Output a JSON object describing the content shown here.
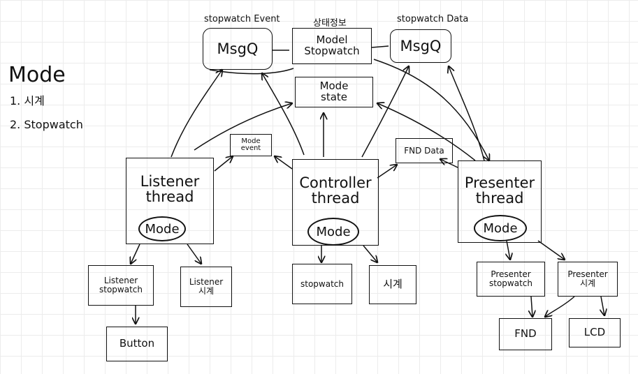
{
  "legend": {
    "title": "Mode",
    "items": [
      "1. 시계",
      "2. Stopwatch"
    ]
  },
  "top_labels": {
    "left": "stopwatch Event",
    "center": "상태정보",
    "right": "stopwatch Data"
  },
  "queues": {
    "left": "MsgQ",
    "right": "MsgQ"
  },
  "model": {
    "line1": "Model",
    "line2": "Stopwatch"
  },
  "mode_state": {
    "line1": "Mode",
    "line2": "state"
  },
  "mode_event": {
    "line1": "Mode",
    "line2": "event"
  },
  "fnd_data": "FND Data",
  "threads": {
    "listener": {
      "line1": "Listener",
      "line2": "thread",
      "mode": "Mode"
    },
    "controller": {
      "line1": "Controller",
      "line2": "thread",
      "mode": "Mode"
    },
    "presenter": {
      "line1": "Presenter",
      "line2": "thread",
      "mode": "Mode"
    }
  },
  "modules": {
    "listener_stopwatch": {
      "line1": "Listener",
      "line2": "stopwatch"
    },
    "listener_clock": {
      "line1": "Listener",
      "line2": "시계"
    },
    "stopwatch": "stopwatch",
    "clock": "시계",
    "presenter_stopwatch": {
      "line1": "Presenter",
      "line2": "stopwatch"
    },
    "presenter_clock": {
      "line1": "Presenter",
      "line2": "시계"
    },
    "button": "Button",
    "fnd": "FND",
    "lcd": "LCD"
  }
}
